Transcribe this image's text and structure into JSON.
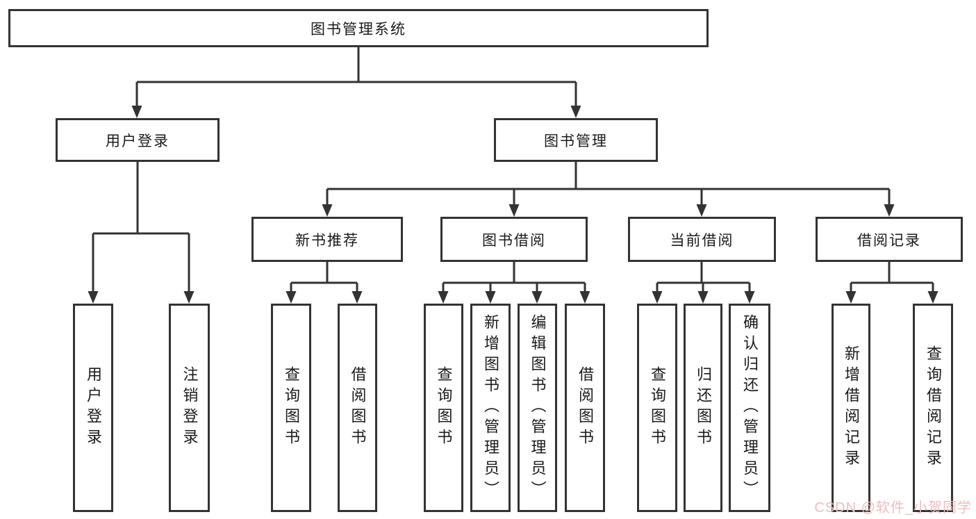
{
  "diagram": {
    "title": "图书管理系统",
    "root": {
      "label": "图书管理系统"
    },
    "level1": {
      "user_login": {
        "label": "用户登录"
      },
      "book_mgmt": {
        "label": "图书管理"
      }
    },
    "level2": {
      "new_book_rec": {
        "label": "新书推荐"
      },
      "book_borrow": {
        "label": "图书借阅"
      },
      "current_borrow": {
        "label": "当前借阅"
      },
      "borrow_record": {
        "label": "借阅记录"
      }
    },
    "leaves": {
      "user_login_leaf": {
        "label": "用户登录"
      },
      "logout_leaf": {
        "label": "注销登录"
      },
      "rec_query_book": {
        "label": "查询图书"
      },
      "rec_borrow_book": {
        "label": "借阅图书"
      },
      "bb_query_book": {
        "label": "查询图书"
      },
      "bb_add_book": {
        "label": "新增图书（管理员）"
      },
      "bb_edit_book": {
        "label": "编辑图书（管理员）"
      },
      "bb_borrow_book": {
        "label": "借阅图书"
      },
      "cb_query_book": {
        "label": "查询图书"
      },
      "cb_return_book": {
        "label": "归还图书"
      },
      "cb_confirm_return": {
        "label": "确认归还（管理员）"
      },
      "br_add_record": {
        "label": "新增借阅记录"
      },
      "br_query_record": {
        "label": "查询借阅记录"
      }
    }
  },
  "watermark": {
    "text": "CSDN @软件_小贺同学",
    "color": "#f0bcbc"
  },
  "colors": {
    "line": "#333333",
    "text": "#1a1a1a",
    "background": "#ffffff"
  }
}
